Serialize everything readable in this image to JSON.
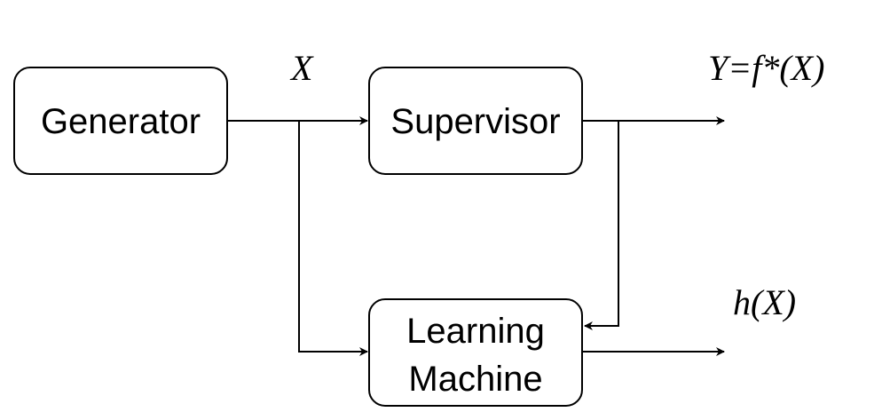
{
  "nodes": {
    "generator": {
      "label": "Generator"
    },
    "supervisor": {
      "label": "Supervisor"
    },
    "learning_machine": {
      "line1": "Learning",
      "line2": "Machine"
    }
  },
  "edge_labels": {
    "x": "X",
    "y": "Y=f*(X)",
    "h": "h(X)"
  },
  "colors": {
    "stroke": "#000000",
    "fill": "#ffffff"
  }
}
